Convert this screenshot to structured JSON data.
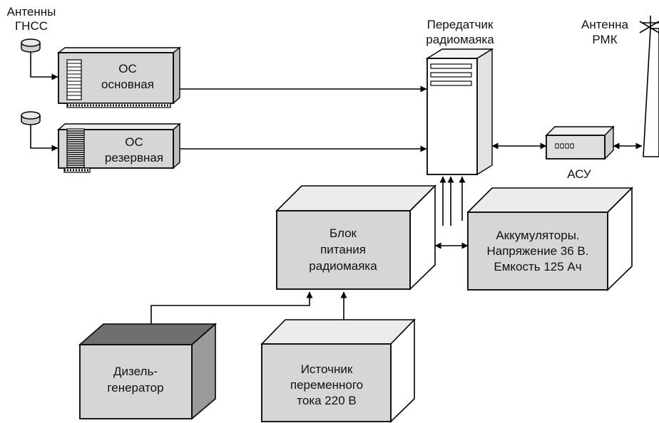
{
  "labels": {
    "gnss_antennas": [
      "Антенны",
      "ГНСС"
    ],
    "os_main": [
      "ОС",
      "основная"
    ],
    "os_reserve": [
      "ОС",
      "резервная"
    ],
    "transmitter": [
      "Передатчик",
      "радиомаяка"
    ],
    "rmk_antenna": [
      "Антенна",
      "РМК"
    ],
    "asu": "АСУ",
    "power_unit": [
      "Блок",
      "питания",
      "радиомаяка"
    ],
    "batteries": [
      "Аккумуляторы.",
      "Напряжение 36 В.",
      "Емкость 125 Ач"
    ],
    "diesel": [
      "Дизель-",
      "генератор"
    ],
    "ac_source": [
      "Источник",
      "переменного",
      "тока 220 В"
    ]
  },
  "colors": {
    "box_fill": "#d6d6d6",
    "box_side": "#ececec",
    "diesel_top": "#6f6f6f",
    "stroke": "#000000"
  }
}
